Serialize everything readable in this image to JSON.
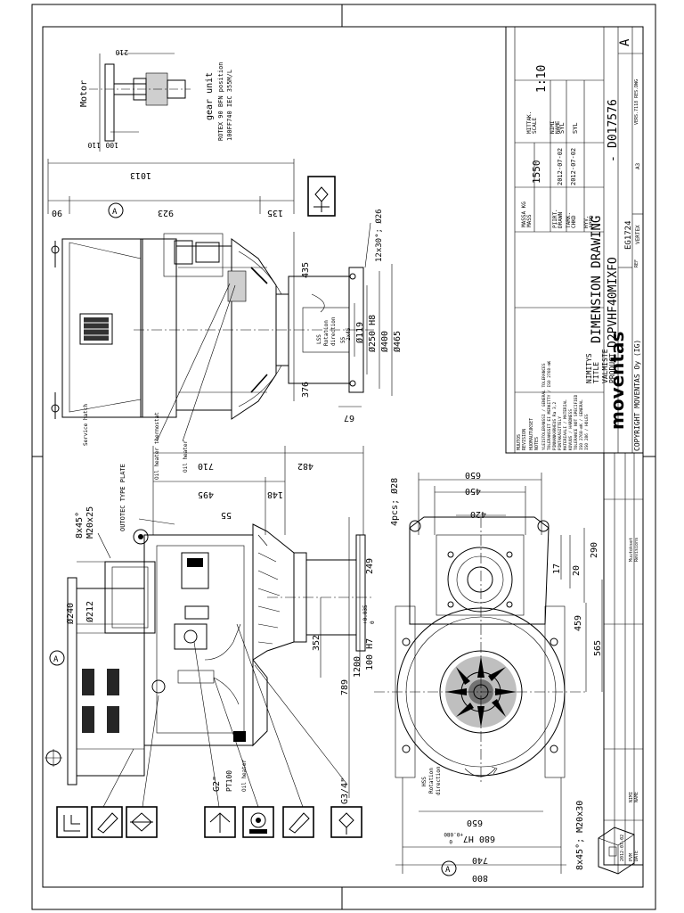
{
  "views": {
    "top": {
      "motor_label": "Motor",
      "coupling_label": "gear unit",
      "coupling_rotex": "ROTEX 90 BFN position",
      "coupling_flange": "100FF740 IEC 355M/L",
      "dim_210": "210",
      "dim_100": "100",
      "dim_110": "110",
      "dim_1013": "1013",
      "dim_923": "923",
      "dim_90": "90",
      "dim_135": "135",
      "dim_435": "435",
      "dim_376": "376",
      "dim_67": "67",
      "dim_holes": "12x30°; Ø26",
      "dia_119": "Ø119",
      "dia_250": "Ø250 H8",
      "dia_400": "Ø400",
      "dia_465": "Ø465",
      "rotation_lss": "LSS",
      "rotation_1": "Rotation",
      "rotation_2": "direction",
      "service_hatch": "Service hatch",
      "oil_heater_thermostat": "Oil heater\nthermostat",
      "oil_heater": "Oil heater",
      "small_2x45": "2x45",
      "small_55": "55"
    },
    "side": {
      "chamfer": "8x45°",
      "thread": "M20x25",
      "type_plate": "OUTOTEC\nTYPE PLATE",
      "dim_710": "710",
      "dim_482": "482",
      "dim_495": "495",
      "dim_148": "148",
      "dim_55": "55",
      "dia_240": "Ø240",
      "dia_212": "Ø212",
      "dim_249": "249",
      "dim_352": "352",
      "dim_1200": "1200",
      "dim_789": "789",
      "h7_label": "100 H7",
      "h7_tol_upper": "+0.035",
      "h7_tol_lower": "0",
      "g2": "G2\"",
      "pt100": "PT100",
      "oil_heater": "Oil heater",
      "g34": "G3/4\""
    },
    "front": {
      "dim_holes": "4pcs; Ø28",
      "dim_650_top": "650",
      "dim_450": "450",
      "dim_420": "420",
      "dim_17": "17",
      "dim_20": "20",
      "dim_290": "290",
      "dim_459": "459",
      "dim_565": "565",
      "dim_650_bot": "650",
      "h7_label": "680 H7",
      "h7_tol_upper": "+0.080",
      "h7_tol_lower": "0",
      "dim_740": "740",
      "dim_800": "800",
      "bottom_chamfer": "8x45°; M20x30",
      "rotation_hss": "HSS",
      "rotation_1": "Rotation",
      "rotation_2": "direction"
    },
    "markers": {
      "a_label": "A"
    }
  },
  "title_block": {
    "nimitys": "NIMITYS",
    "title_label": "TITLE",
    "title": "DIMENSION DRAWING",
    "valmiste": "VALMISTE",
    "product_label": "PRODUCT",
    "product": "D2PVHF40MIXFO",
    "drawing_no_prefix": "-",
    "drawing_no": "D017576",
    "revision": "A",
    "scale_fi": "MITTAK.",
    "scale_label": "SCALE",
    "scale": "1:10",
    "mass_fi": "MASSA KG",
    "mass_label": "MASS",
    "mass": "1550",
    "drawn_fi": "PIIRT.",
    "drawn_label": "DRAWN",
    "drawn_date": "2012-07-02",
    "checked_fi": "TARK.",
    "checked_label": "CHKD",
    "checked_date": "2012-07-02",
    "approved_fi": "HYV.",
    "approved_label": "APPD",
    "name_col_fi": "NIMI",
    "name_col": "NAME",
    "drawn_name": "SYL",
    "checked_name": "SYL",
    "company": "moventas",
    "copyright": "COPYRIGHT MOVENTAS Oy (IG)",
    "ref_label": "REF",
    "ref_value": "EG1724",
    "sheet_size": "A3",
    "vertex": "VERTEX",
    "bottom_ref": "VERS.7118\nRES.DWG",
    "revisions_fi": "MUUTOS",
    "revisions_label": "REVISION",
    "notes_fi": "HUOMAUTUKSET",
    "notes_label": "NOTES",
    "notes_lines": [
      "YLEISTOLERANSSI / GENERAL TOLERANCES",
      "TOLERANSSIT EI MERKITTY / ISO 2768-mK",
      "PINNANKARHEUS Ra 3,2",
      "PINTAKÄSITTELY",
      "MATERIAALI / MATERIAL",
      "KOVUUS / HARDNESS",
      "TOLERANCE NOT SPECIFIED",
      "ISO 2768-mK / GENERAL",
      "ISO 286 / HOLES"
    ],
    "change_label": "Muutokset",
    "change_label_en": "Revisions",
    "date_fi": "PVM",
    "date_en": "DATE",
    "date_value": "2012-07-02",
    "name_fi": "NIMI",
    "name_en": "NAME"
  },
  "symbols": {
    "top_right": "sight-glass-icon",
    "left_row": [
      "drain-icon",
      "fill-icon",
      "oil-level-icon"
    ],
    "right_row": [
      "breather-icon",
      "level-indicator-icon",
      "fill-icon",
      "sight-glass-icon"
    ]
  }
}
